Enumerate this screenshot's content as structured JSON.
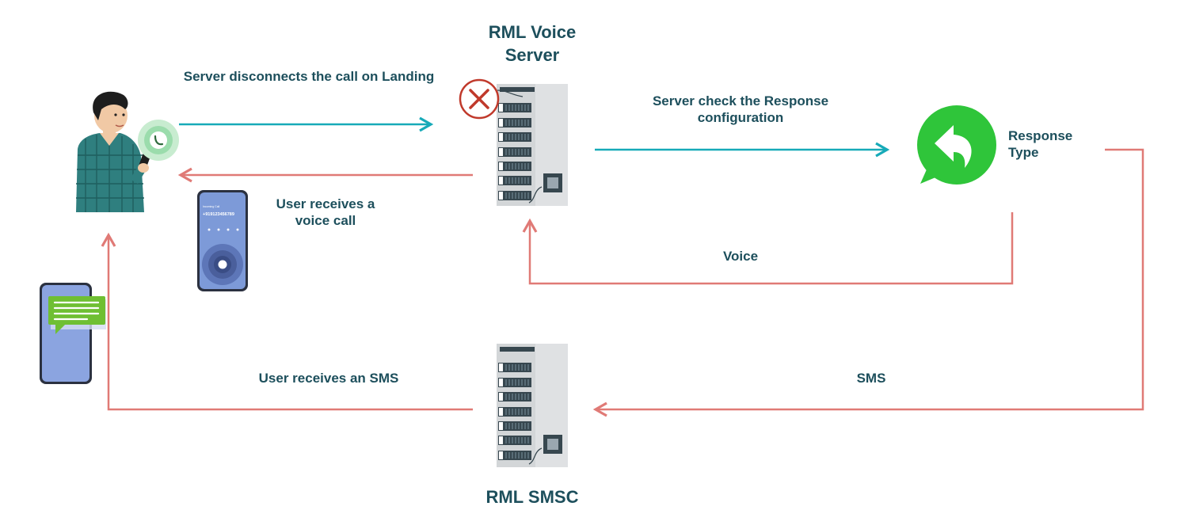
{
  "nodes": {
    "voice_server": {
      "title": "RML Voice Server"
    },
    "smsc": {
      "title": "RML SMSC"
    },
    "response_type": {
      "label": "Response Type",
      "icon": "reply-icon"
    },
    "user": {
      "icon": "user-with-phone-icon"
    },
    "voice_call_phone": {
      "icon": "incoming-call-phone-icon",
      "number": "+919123456789",
      "caption": "Incoming Call"
    },
    "sms_phone": {
      "icon": "sms-message-phone-icon"
    }
  },
  "edges": {
    "disconnect": "Server disconnects the call on Landing",
    "check_config": "Server check  the Response configuration",
    "voice_call": "User receives a voice call",
    "voice_branch": "Voice",
    "sms_branch": "SMS",
    "sms_received": "User receives an SMS"
  },
  "colors": {
    "teal_arrow": "#17aab8",
    "red_arrow": "#e07a76",
    "text": "#1d4f5c",
    "whatsapp_green": "#2fc53a",
    "phone_screen": "#7d9ad8",
    "sms_bubble": "#6fbf33",
    "x_mark": "#c0392b"
  }
}
